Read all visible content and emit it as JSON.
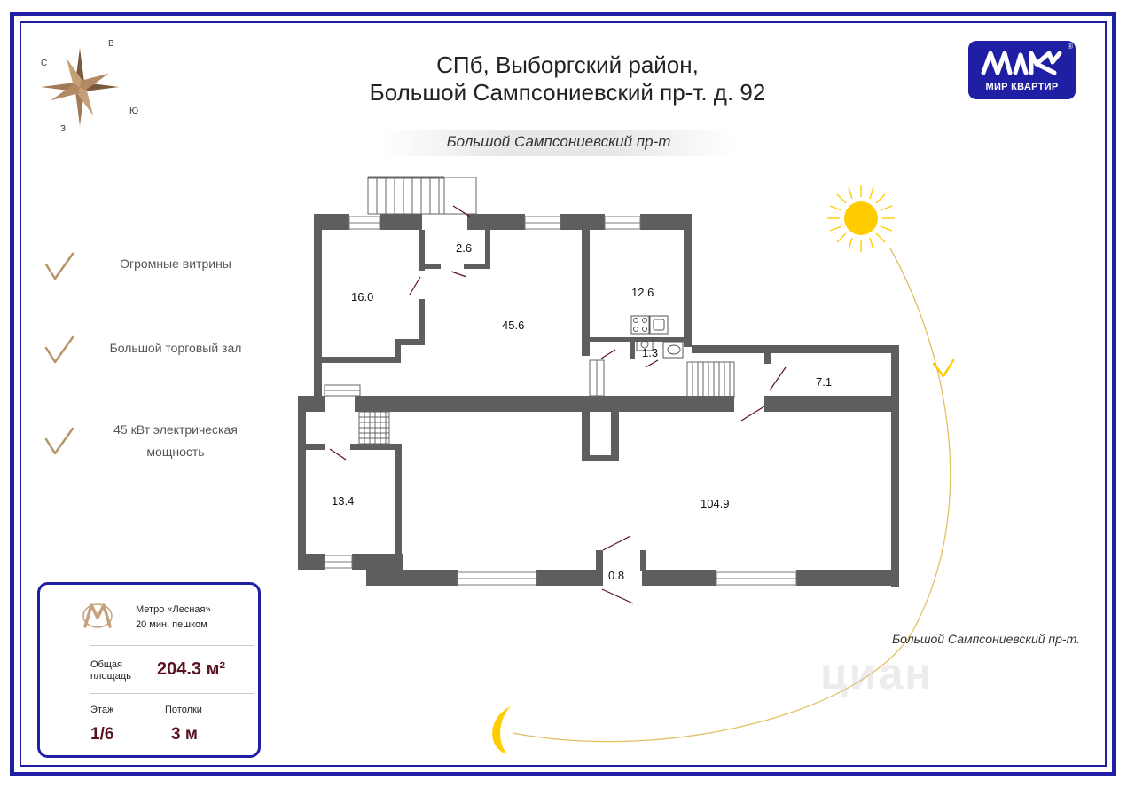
{
  "title": {
    "line1": "СПб, Выборгский район,",
    "line2": "Большой Сампсониевский пр-т. д. 92"
  },
  "street_top": "Большой Сампсониевский пр-т",
  "street_right": "Большой Сампсониевский пр-т.",
  "logo": {
    "text": "МИР КВАРТИР",
    "registered": "®"
  },
  "compass": {
    "north": "В",
    "west": "С",
    "south": "Ю",
    "east": "З"
  },
  "features": [
    {
      "text": "Огромные витрины"
    },
    {
      "text": "Большой торговый зал"
    },
    {
      "line1": "45 кВт электрическая",
      "line2": "мощность"
    }
  ],
  "rooms": {
    "r16": "16.0",
    "r26": "2.6",
    "r456": "45.6",
    "r126": "12.6",
    "r13": "1.3",
    "r71": "7.1",
    "r134": "13.4",
    "r1049": "104.9",
    "r08": "0.8"
  },
  "watermark": "циан",
  "info": {
    "metro_name": "Метро «Лесная»",
    "metro_walk": "20 мин. пешком",
    "area_label_1": "Общая",
    "area_label_2": "площадь",
    "area_value": "204.3 м²",
    "floor_label": "Этаж",
    "floor_value": "1/6",
    "ceiling_label": "Потолки",
    "ceiling_value": "3 м"
  },
  "colors": {
    "frame": "#1f1fa3",
    "wall": "#5e5e5e",
    "accent_dark_red": "#5a1220",
    "sun": "#ffcc00",
    "check": "#b8946a"
  },
  "icons": [
    "compass-rose-icon",
    "check-icon",
    "sun-icon",
    "moon-icon",
    "metro-icon",
    "stove-icon",
    "sink-icon",
    "toilet-icon"
  ]
}
